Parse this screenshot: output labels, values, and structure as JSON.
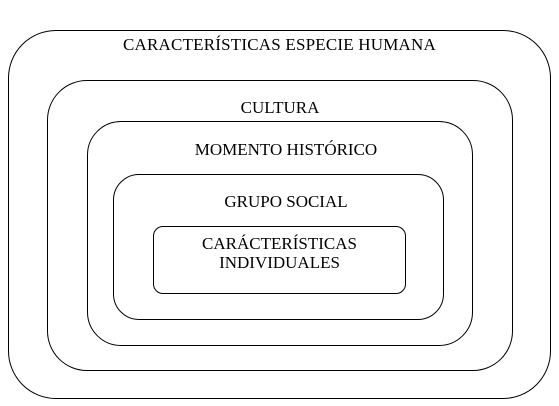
{
  "diagram": {
    "levels": [
      {
        "label": "CARACTERÍSTICAS ESPECIE HUMANA"
      },
      {
        "label": "CULTURA"
      },
      {
        "label": "MOMENTO HISTÓRICO"
      },
      {
        "label": "GRUPO SOCIAL"
      },
      {
        "label_lines": [
          "CARÁCTERÍSTICAS",
          "INDIVIDUALES"
        ]
      }
    ]
  }
}
